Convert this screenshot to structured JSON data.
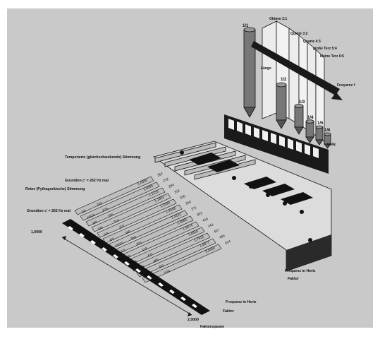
{
  "labels": {
    "ratio_tags": [
      "1/1",
      "1/2",
      "1/3",
      "1/4",
      "1/5",
      "1/6",
      "usw."
    ],
    "interval_tabs": [
      "Oktave 2:1",
      "Quinte 3:2",
      "Quarte 4:3",
      "große Terz 5:4",
      "kleine Terz 6:5"
    ],
    "laenge": "Länge",
    "frequenz_arrow": "Frequenz f",
    "tempered_title": "Temperierte (gleichschwebende) Stimmung",
    "tempered_base": "Grundton c' = 262 Hz mal",
    "pure_title": "Reine (Pythagoräische) Stimmung",
    "pure_base": "Grundton c' = 262 Hz mal",
    "range_start": "1,0000",
    "range_end": "2,0000",
    "faktorspanne": "Faktorspanne",
    "freq_hz_upper": "Frequenz in Hertz",
    "faktor_upper": "Faktor",
    "freq_hz_lower": "Frequenz in Hertz",
    "faktor_lower": "Faktor"
  },
  "tempered_rows": [
    {
      "factor": "1,0000",
      "hz": "262"
    },
    {
      "factor": "1,0595",
      "hz": "278"
    },
    {
      "factor": "1,1225",
      "hz": "294"
    },
    {
      "factor": "1,1892",
      "hz": "312"
    },
    {
      "factor": "1,2599",
      "hz": "330"
    },
    {
      "factor": "1,3348",
      "hz": "350"
    },
    {
      "factor": "1,4142",
      "hz": "371"
    },
    {
      "factor": "1,4983",
      "hz": "393"
    },
    {
      "factor": "1,5874",
      "hz": "416"
    },
    {
      "factor": "1,6818",
      "hz": "441"
    },
    {
      "factor": "1,7818",
      "hz": "467"
    },
    {
      "factor": "1,8877",
      "hz": "495"
    },
    {
      "factor": "2,0000",
      "hz": "524"
    }
  ],
  "pure_rows": [
    {
      "ratio": "1/1",
      "hz": "262"
    },
    {
      "ratio": "16/15",
      "hz": "279"
    },
    {
      "ratio": "9/8",
      "hz": "295"
    },
    {
      "ratio": "6/5",
      "hz": "314"
    },
    {
      "ratio": "5/4",
      "hz": "327"
    },
    {
      "ratio": "4/3",
      "hz": "349"
    },
    {
      "ratio": "45/32",
      "hz": "368"
    },
    {
      "ratio": "3/2",
      "hz": "393"
    },
    {
      "ratio": "8/5",
      "hz": "419"
    },
    {
      "ratio": "5/3",
      "hz": "437"
    },
    {
      "ratio": "16/9",
      "hz": "466"
    },
    {
      "ratio": "15/8",
      "hz": "491"
    },
    {
      "ratio": "2/1",
      "hz": "524"
    }
  ],
  "colors": {
    "background": "#c9c9c9",
    "ink": "#111111",
    "panel": "#e6e6e6"
  }
}
